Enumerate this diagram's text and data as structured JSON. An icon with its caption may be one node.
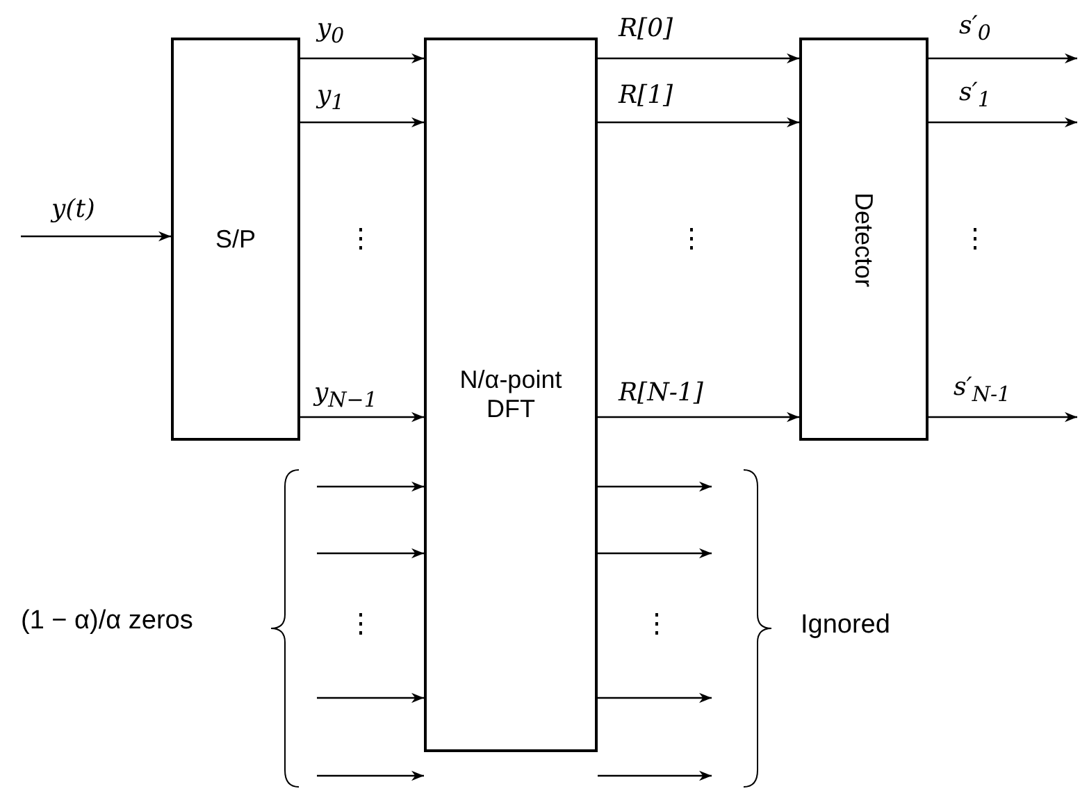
{
  "diagram": {
    "nodes": [
      {
        "text": [
          "S/P"
        ]
      },
      {
        "text": [
          "N/α-point DFT"
        ]
      },
      {
        "text": [
          "Detector"
        ]
      }
    ],
    "edges": [
      {
        "from": null,
        "to": 0,
        "arrow": "to",
        "label": "y(t)"
      },
      {
        "from": 0,
        "to": 1,
        "arrow": "to",
        "label": "y$_{0}$"
      },
      {
        "from": 0,
        "to": 1,
        "arrow": "to",
        "label": "y$_{1}$"
      },
      {
        "from": 0,
        "to": 1,
        "arrow": "to",
        "label": "y$_{N−1}$"
      },
      {
        "from": 1,
        "to": 2,
        "arrow": "to",
        "label": "R[0]"
      },
      {
        "from": 1,
        "to": 2,
        "arrow": "to",
        "label": "R[1]"
      },
      {
        "from": 1,
        "to": 2,
        "arrow": "to",
        "label": "R[N-1]"
      },
      {
        "from": 2,
        "to": null,
        "arrow": "to",
        "label": "s′$_{0}$"
      },
      {
        "from": 2,
        "to": null,
        "arrow": "to",
        "label": "s′$_{1}$"
      },
      {
        "from": 2,
        "to": null,
        "arrow": "to",
        "label": "s′$_{N-1}$"
      },
      {
        "from": null,
        "to": 1,
        "arrow": "to"
      },
      {
        "from": null,
        "to": 1,
        "arrow": "to"
      },
      {
        "from": null,
        "to": 1,
        "arrow": "to"
      },
      {
        "from": null,
        "to": 1,
        "arrow": "to"
      },
      {
        "from": 1,
        "to": null,
        "arrow": "to"
      },
      {
        "from": 1,
        "to": null,
        "arrow": "to"
      },
      {
        "from": 1,
        "to": null,
        "arrow": "to"
      },
      {
        "from": 1,
        "to": null,
        "arrow": "to"
      }
    ],
    "labels": [
      "⋮",
      "⋮",
      "⋮",
      "(1 − α)/α zeros",
      "⋮",
      "⋮",
      "Ignored"
    ]
  }
}
